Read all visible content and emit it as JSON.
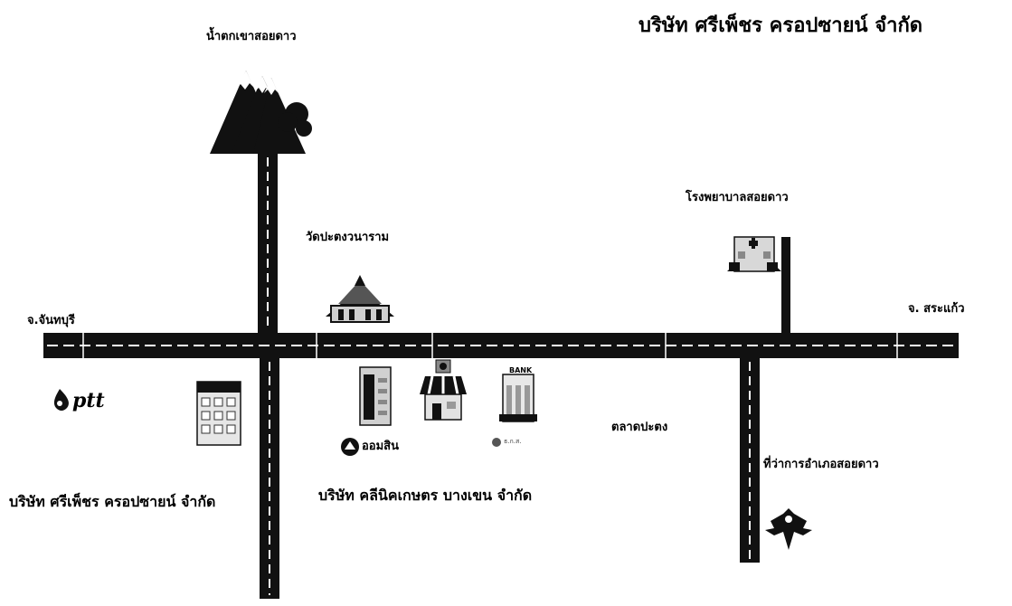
{
  "title": "บริษัท ศรีเพ็ชร ครอปซายน์ จำกัด",
  "places": {
    "waterfall": "น้ำตกเขาสอยดาว",
    "temple": "วัดปะตงวนาราม",
    "hospital": "โรงพยาบาลสอยดาว",
    "market": "ตลาดปะตง",
    "district_office": "ที่ว่าการอำเภอสอยดาว"
  },
  "directions": {
    "west": "จ.จันทบุรี",
    "east": "จ. สระแก้ว"
  },
  "companies": {
    "sripetch": "บริษัท ศรีเพ็ชร ครอปซายน์ จำกัด",
    "clinic": "บริษัท คลีนิคเกษตร บางเขน จำกัด"
  },
  "logos": {
    "ptt": "ptt",
    "gsb": "ออมสิน",
    "bank_sign": "BANK",
    "baac": "ธ.ก.ส."
  },
  "colors": {
    "road": "#111111",
    "road_line": "#ffffff",
    "background": "#ffffff",
    "ptt_blue": "#1a3c8c"
  }
}
